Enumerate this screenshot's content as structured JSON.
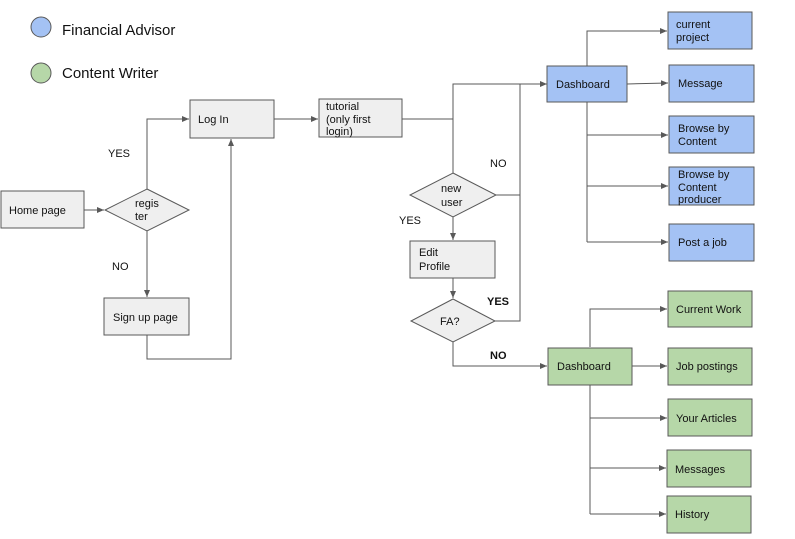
{
  "legend": {
    "financial_advisor": {
      "label": "Financial Advisor",
      "color": "#a4c2f4"
    },
    "content_writer": {
      "label": "Content Writer",
      "color": "#b6d7a8"
    }
  },
  "colors": {
    "neutral_fill": "#efefef",
    "stroke": "#595959",
    "fa_fill": "#a4c2f4",
    "cw_fill": "#b6d7a8"
  },
  "nodes": {
    "home_page": "Home page",
    "register": [
      "regis",
      "ter"
    ],
    "log_in": "Log In",
    "sign_up_page": "Sign up page",
    "tutorial": [
      "tutorial",
      "(only first",
      "login)"
    ],
    "new_user": [
      "new",
      "user"
    ],
    "edit_profile": [
      "Edit",
      "Profile"
    ],
    "fa_decision": "FA?",
    "fa_dashboard": "Dashboard",
    "cw_dashboard": "Dashboard",
    "fa_current_project": [
      "current",
      "project"
    ],
    "fa_message": "Message",
    "fa_browse_content": [
      "Browse by",
      "Content"
    ],
    "fa_browse_producer": [
      "Browse by",
      "Content",
      "producer"
    ],
    "fa_post_job": "Post a job",
    "cw_current_work": "Current Work",
    "cw_job_postings": "Job postings",
    "cw_your_articles": "Your Articles",
    "cw_messages": "Messages",
    "cw_history": "History"
  },
  "edge_labels": {
    "register_yes": "YES",
    "register_no": "NO",
    "new_user_yes": "YES",
    "new_user_no": "NO",
    "fa_yes": "YES",
    "fa_no": "NO"
  }
}
